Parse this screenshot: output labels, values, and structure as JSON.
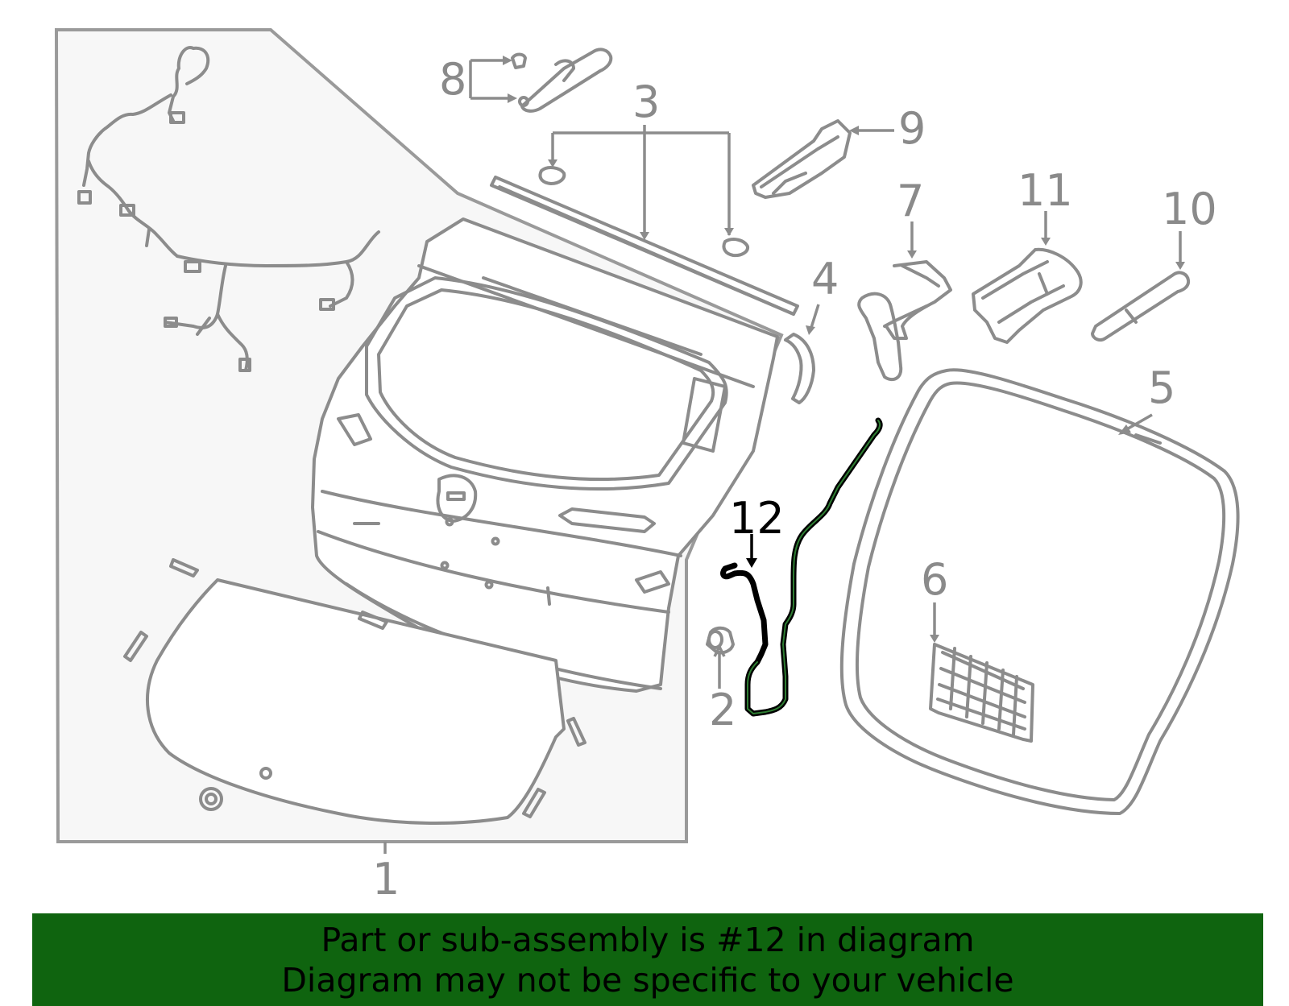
{
  "diagram": {
    "callouts": {
      "c1": "1",
      "c2": "2",
      "c3": "3",
      "c4": "4",
      "c5": "5",
      "c6": "6",
      "c7": "7",
      "c8": "8",
      "c9": "9",
      "c10": "10",
      "c11": "11",
      "c12": "12"
    },
    "highlighted_part": "12",
    "colors": {
      "part_outline": "#8c8c8c",
      "highlight": "#000000",
      "highlight_tint": "#2e7d32",
      "panel_fill": "#f7f7f7"
    }
  },
  "banner": {
    "line1": "Part or sub-assembly is #12 in diagram",
    "line2": "Diagram may not be specific to your vehicle",
    "background": "#0f640f"
  }
}
